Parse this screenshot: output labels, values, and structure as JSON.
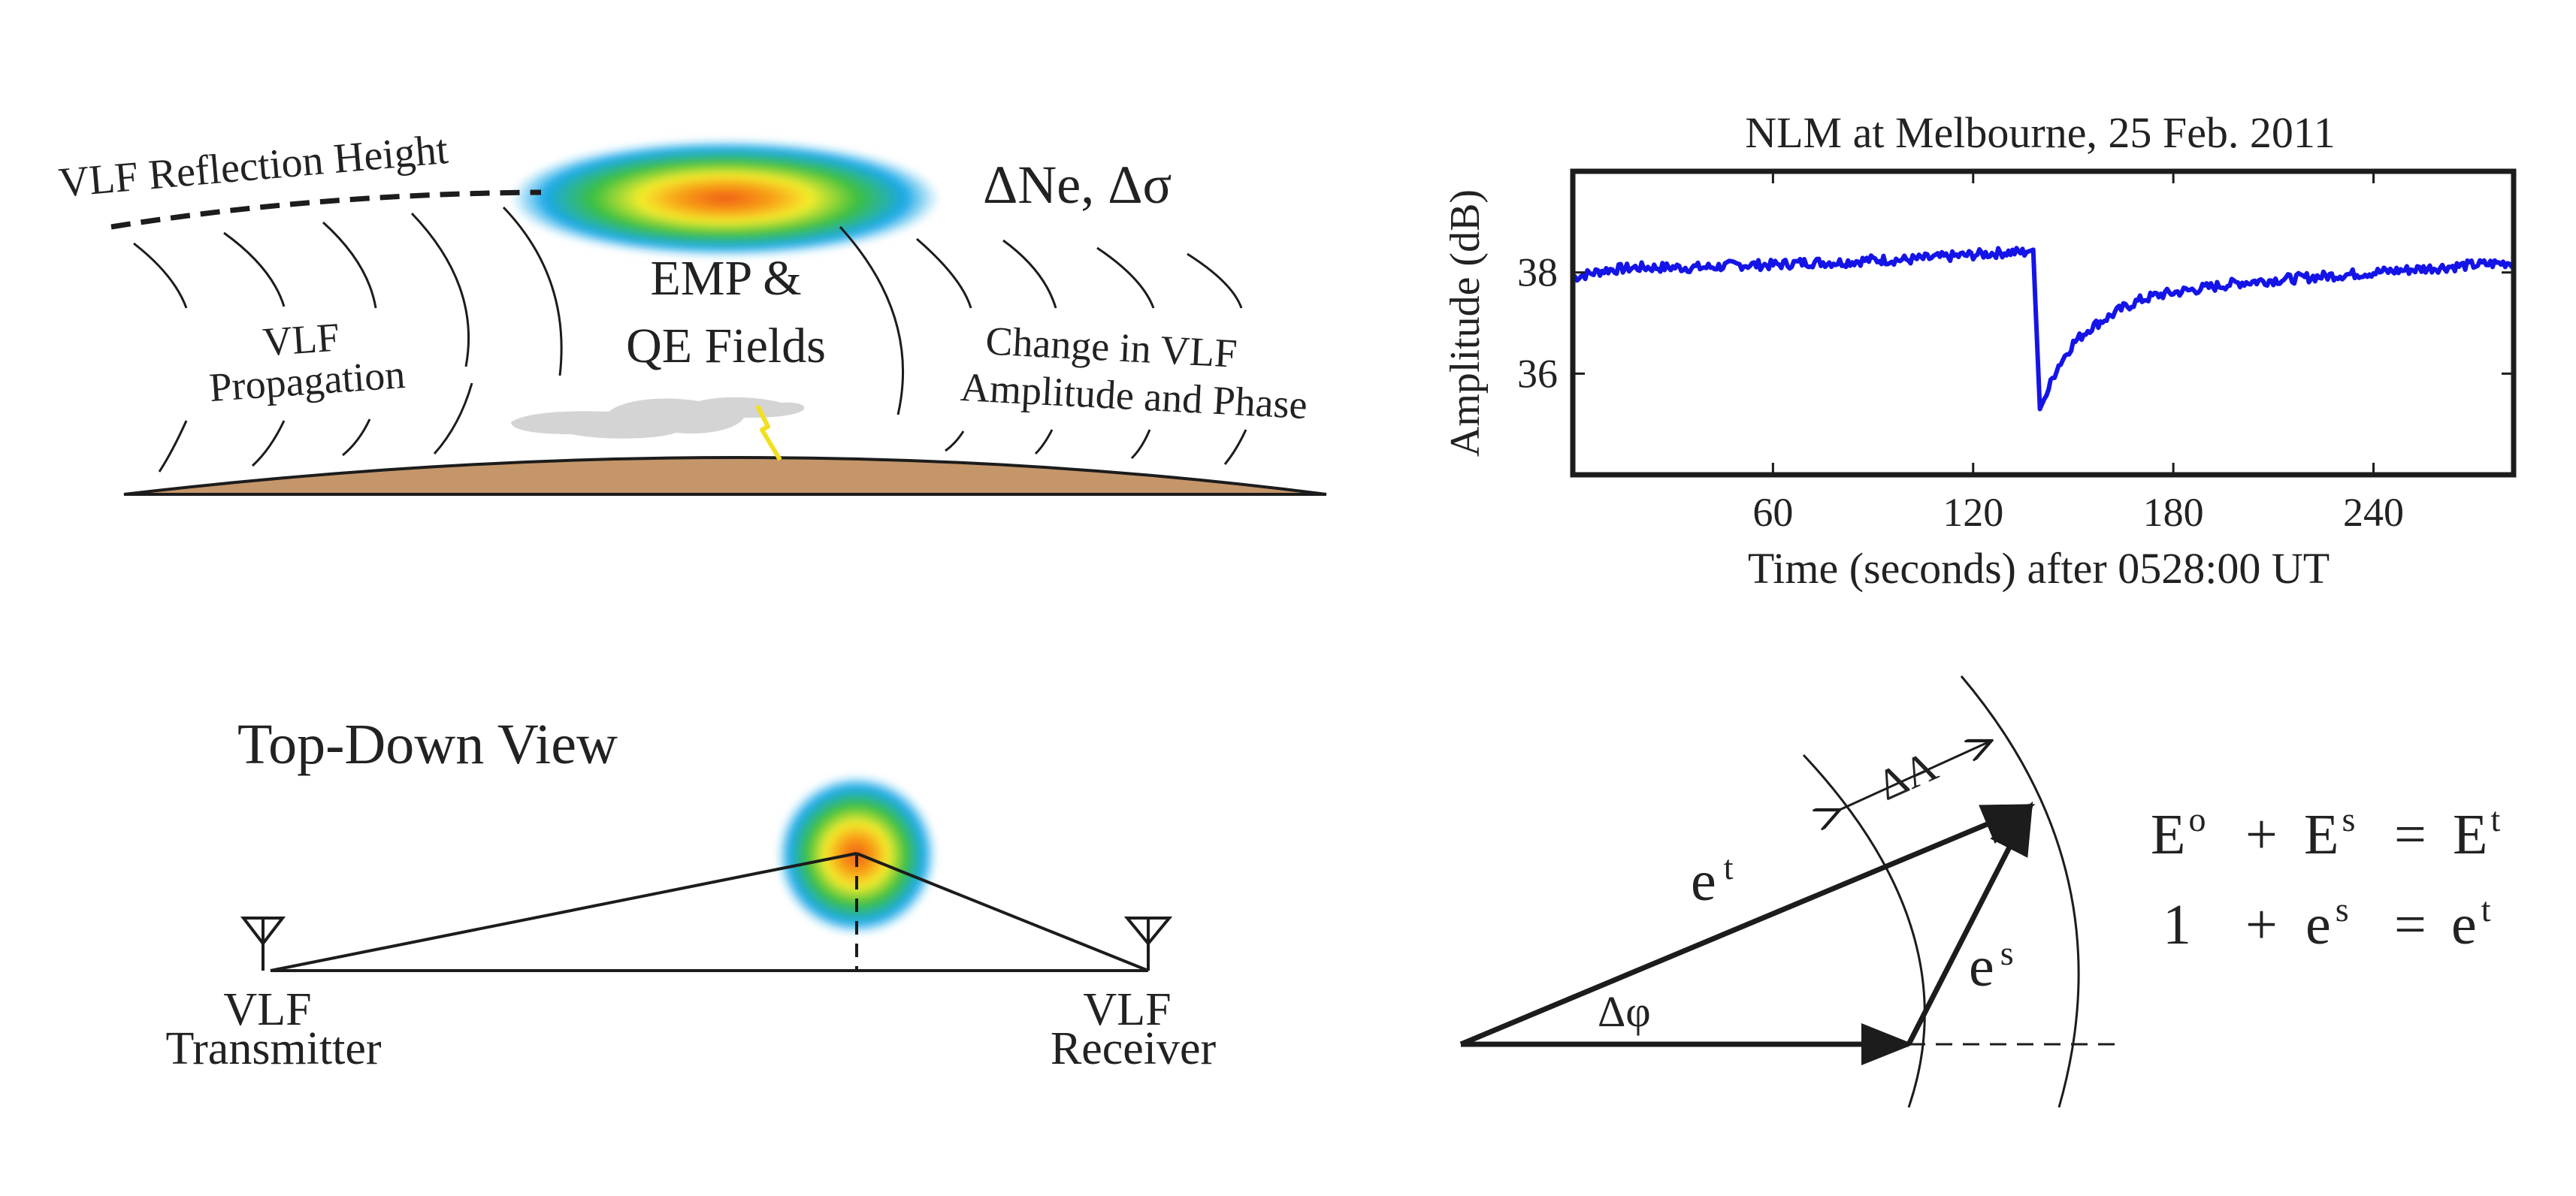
{
  "colors": {
    "ink": "#1c1c1c",
    "earth": "#c4966a",
    "cloud": "#d4d4d4",
    "lightning": "#f0e020",
    "trace": "#1414e8"
  },
  "side_view": {
    "reflection_height_label": "VLF Reflection Height",
    "delta_label": "ΔNe, Δσ",
    "emp_line1": "EMP &",
    "emp_line2": "QE Fields",
    "propagation_line1": "VLF",
    "propagation_line2": "Propagation",
    "change_line1": "Change in VLF",
    "change_line2": "Amplitude and Phase"
  },
  "top_down": {
    "title": "Top-Down View",
    "transmitter_line1": "VLF",
    "transmitter_line2": "Transmitter",
    "receiver_line1": "VLF",
    "receiver_line2": "Receiver"
  },
  "chart_data": {
    "type": "line",
    "title": "NLM at Melbourne, 25 Feb. 2011",
    "xlabel": "Time (seconds) after 0528:00 UT",
    "ylabel": "Amplitude (dB)",
    "xlim": [
      0,
      282
    ],
    "ylim": [
      34.0,
      40.0
    ],
    "xticks": [
      "60",
      "120",
      "180",
      "240"
    ],
    "yticks": [
      "36",
      "38"
    ],
    "grid": false,
    "series": [
      {
        "x": [
          0,
          10,
          20,
          30,
          40,
          50,
          60,
          70,
          80,
          90,
          100,
          110,
          120,
          130,
          136,
          138,
          140,
          142,
          145,
          150,
          155,
          160,
          165,
          170,
          175,
          180,
          190,
          200,
          210,
          220,
          230,
          240,
          250,
          260,
          270,
          282
        ],
        "values": [
          37.9,
          38.05,
          38.1,
          38.1,
          38.1,
          38.15,
          38.15,
          38.2,
          38.2,
          38.25,
          38.25,
          38.3,
          38.35,
          38.4,
          38.4,
          38.45,
          35.3,
          35.6,
          36.1,
          36.6,
          36.9,
          37.1,
          37.3,
          37.45,
          37.55,
          37.6,
          37.7,
          37.8,
          37.85,
          37.9,
          37.95,
          38.0,
          38.05,
          38.1,
          38.15,
          38.2
        ]
      }
    ]
  },
  "phasor": {
    "et_base": "e",
    "et_sup": "t",
    "es_base": "e",
    "es_sup": "s",
    "delta_phi": "Δφ",
    "delta_a": "ΔA",
    "eq1": {
      "t1_base": "E",
      "t1_sup": "o",
      "op1": "+",
      "t2_base": "E",
      "t2_sup": "s",
      "op2": "=",
      "t3_base": "E",
      "t3_sup": "t"
    },
    "eq2": {
      "t1": "1",
      "op1": "+",
      "t2_base": "e",
      "t2_sup": "s",
      "op2": "=",
      "t3_base": "e",
      "t3_sup": "t"
    }
  }
}
